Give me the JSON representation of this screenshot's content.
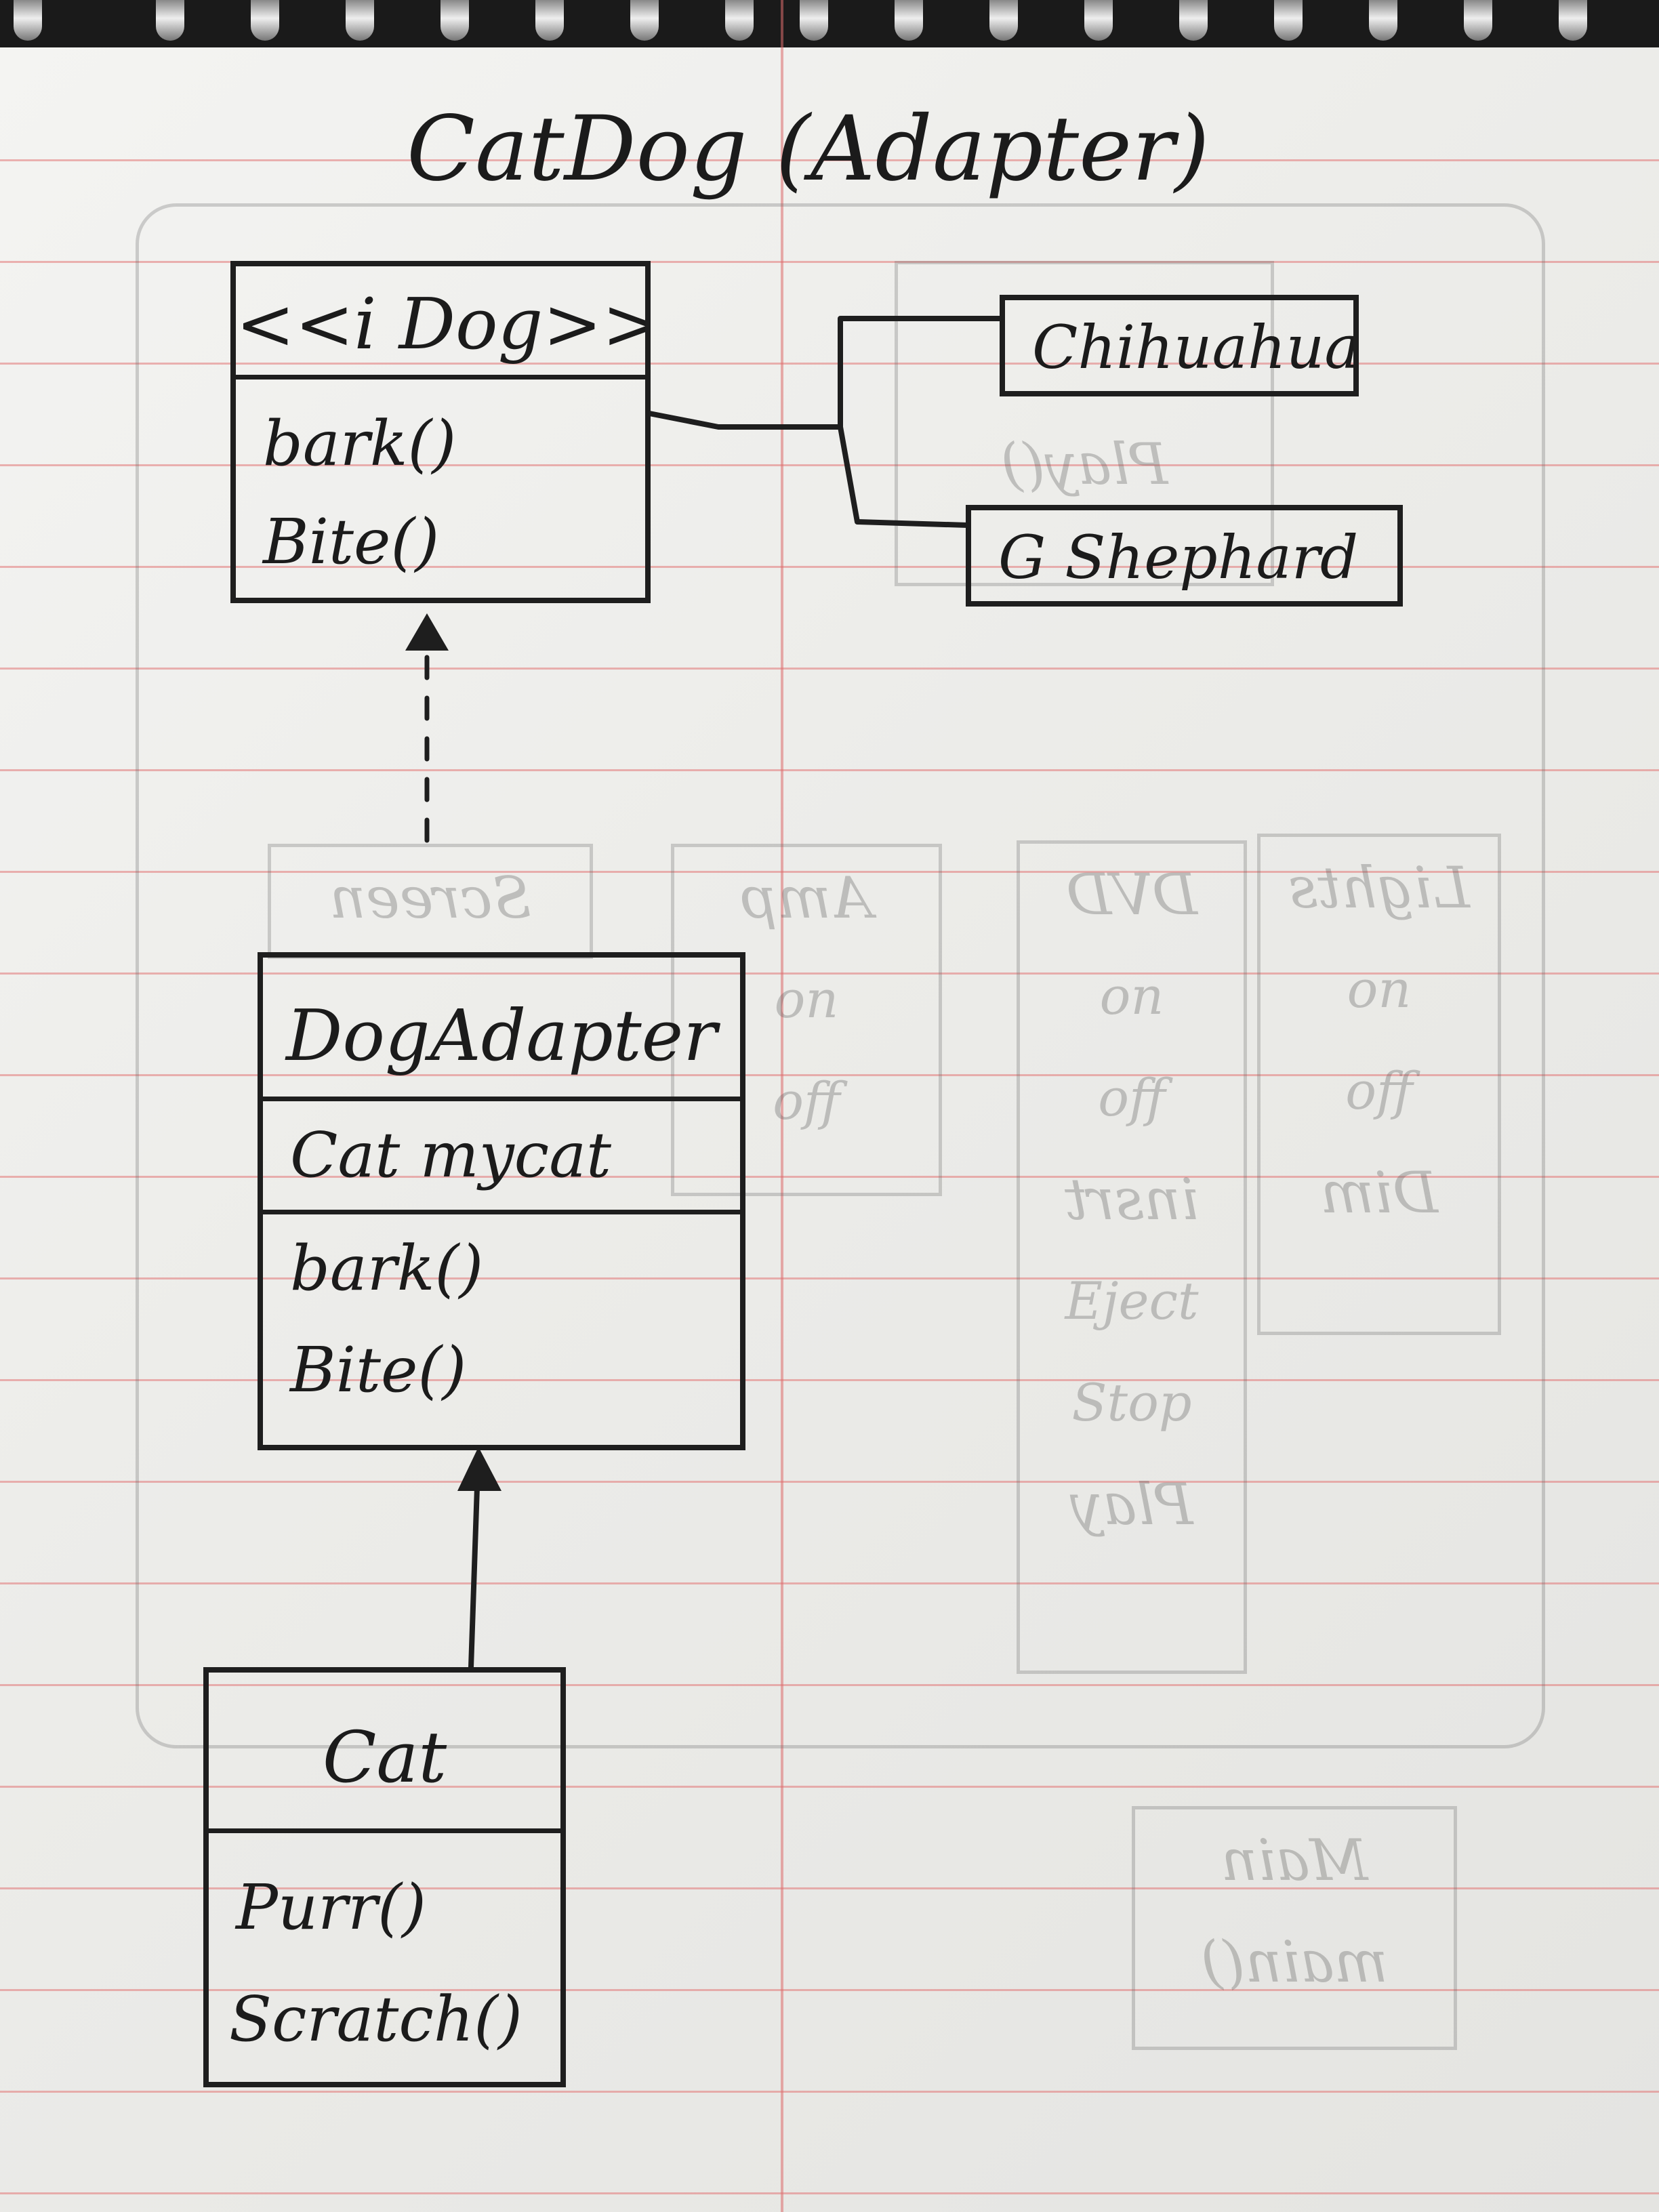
{
  "title": "CatDog (Adapter)",
  "interface_box": {
    "name": "<<i Dog>>",
    "methods": [
      "bark()",
      "Bite()"
    ]
  },
  "implementers": [
    "Chihuahua",
    "G Shephard"
  ],
  "adapter_box": {
    "name": "DogAdapter",
    "fields": [
      "Cat mycat"
    ],
    "methods": [
      "bark()",
      "Bite()"
    ]
  },
  "adaptee_box": {
    "name": "Cat",
    "methods": [
      "Purr()",
      "Scratch()"
    ]
  },
  "bleed_through": {
    "screen": "Screen",
    "amp": [
      "Amp",
      "on",
      "off"
    ],
    "dvd": [
      "DVD",
      "on",
      "off",
      "insrt",
      "Eject",
      "Stop",
      "Play"
    ],
    "lights": [
      "Lights",
      "on",
      "off",
      "Dim"
    ],
    "main": [
      "Main",
      "main()"
    ],
    "play": "Play()"
  },
  "colors": {
    "ink": "#1e1e1e",
    "paper": "#f1f1ef",
    "ruled_line": "#e27878",
    "spiral": "#1a1a1a"
  }
}
